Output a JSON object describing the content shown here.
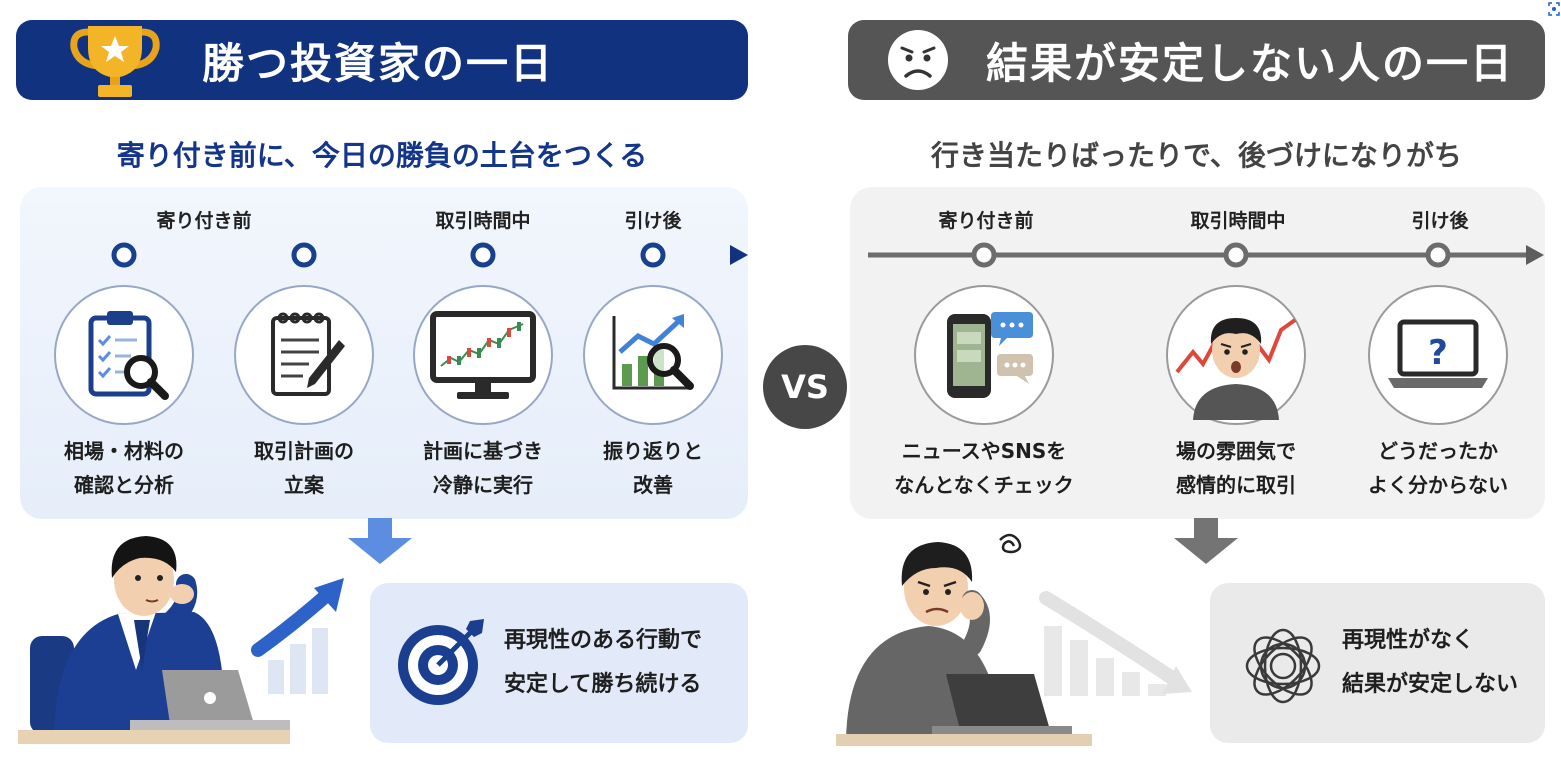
{
  "left": {
    "title": "勝つ投資家の一日",
    "subtitle": "寄り付き前に、今日の勝負の土台をつくる",
    "phases": [
      "寄り付き前",
      "取引時間中",
      "引け後"
    ],
    "steps": [
      {
        "line1": "相場・材料の",
        "line2": "確認と分析",
        "icon": "clipboard-search-icon"
      },
      {
        "line1": "取引計画の",
        "line2": "立案",
        "icon": "notepad-pen-icon"
      },
      {
        "line1": "計画に基づき",
        "line2": "冷静に実行",
        "icon": "monitor-chart-icon"
      },
      {
        "line1": "振り返りと",
        "line2": "改善",
        "icon": "chart-magnifier-icon"
      }
    ],
    "result": {
      "line1": "再現性のある行動で",
      "line2": "安定して勝ち続ける",
      "icon": "target-icon"
    },
    "colors": {
      "banner": "#10327f",
      "accent": "#13358a",
      "panel": "#e9f0fb"
    }
  },
  "vs_label": "VS",
  "right": {
    "title": "結果が安定しない人の一日",
    "subtitle": "行き当たりばったりで、後づけになりがち",
    "phases": [
      "寄り付き前",
      "取引時間中",
      "引け後"
    ],
    "steps": [
      {
        "line1": "ニュースやSNSを",
        "line2": "なんとなくチェック",
        "icon": "phone-chat-icon"
      },
      {
        "line1": "場の雰囲気で",
        "line2": "感情的に取引",
        "icon": "worried-trader-icon"
      },
      {
        "line1": "どうだったか",
        "line2": "よく分からない",
        "icon": "laptop-question-icon"
      }
    ],
    "result": {
      "line1": "再現性がなく",
      "line2": "結果が安定しない",
      "icon": "tangled-circles-icon"
    },
    "colors": {
      "banner": "#555555",
      "accent": "#444444",
      "panel": "#f2f2f2"
    }
  }
}
